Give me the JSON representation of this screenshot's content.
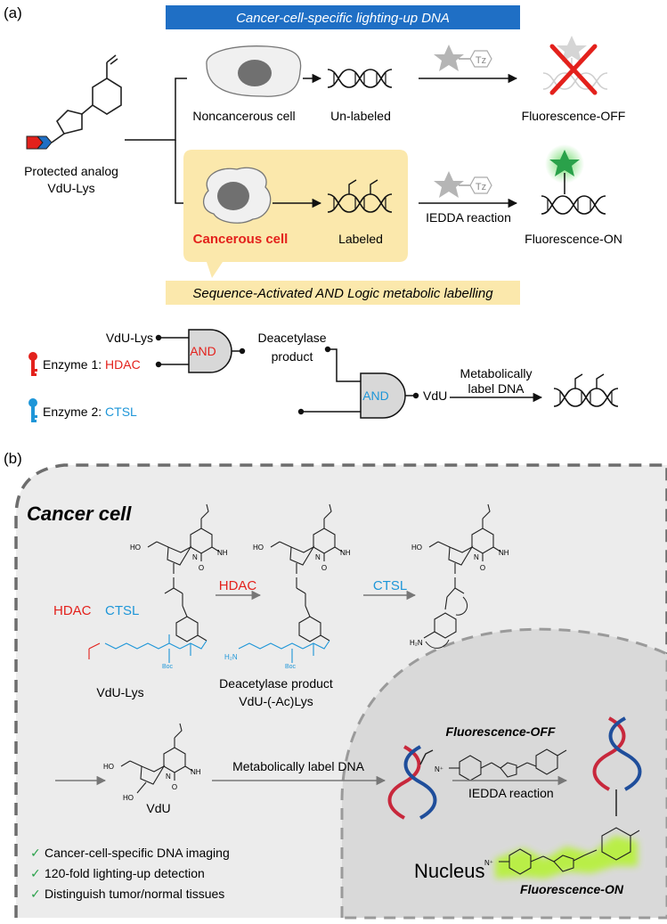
{
  "panel_a": {
    "label": "(a)",
    "banner_top": "Cancer-cell-specific lighting-up DNA",
    "banner_mid": "Sequence-Activated AND Logic metabolic labelling",
    "analog_line1": "Protected analog",
    "analog_line2": "VdU-Lys",
    "noncancer_cell": "Noncancerous cell",
    "unlabeled": "Un-labeled",
    "fluor_off": "Fluorescence-OFF",
    "cancer_cell": "Cancerous cell",
    "labeled": "Labeled",
    "iedda": "IEDDA reaction",
    "fluor_on": "Fluorescence-ON",
    "tz": "Tz",
    "logic": {
      "input1": "VdU-Lys",
      "enzyme1_prefix": "Enzyme 1: ",
      "enzyme1_name": "HDAC",
      "gate": "AND",
      "deacetylase_line1": "Deacetylase",
      "deacetylase_line2": "product",
      "enzyme2_prefix": "Enzyme 2: ",
      "enzyme2_name": "CTSL",
      "output": "VdU",
      "label_line1": "Metabolically",
      "label_line2": "label DNA"
    }
  },
  "panel_b": {
    "label": "(b)",
    "title": "Cancer cell",
    "hdac_tag": "HDAC",
    "ctsl_tag": "CTSL",
    "arrow1": "HDAC",
    "arrow2": "CTSL",
    "boc": "Boc",
    "nh": "NH",
    "compound1": "VdU-Lys",
    "compound2_line1": "Deacetylase product",
    "compound2_line2": "VdU-(-Ac)Lys",
    "compound3": "VdU",
    "metabolic": "Metabolically label DNA",
    "iedda": "IEDDA reaction",
    "fluor_off": "Fluorescence-OFF",
    "fluor_on": "Fluorescence-ON",
    "nucleus": "Nucleus",
    "checks": [
      "Cancer-cell-specific DNA imaging",
      "120-fold lighting-up detection",
      "Distinguish tumor/normal tissues"
    ]
  },
  "colors": {
    "banner_blue": "#1f6fc5",
    "banner_yellow": "#fbe8ac",
    "hdac_red": "#e3211c",
    "ctsl_blue": "#1e96d8",
    "dna_red": "#c8283c",
    "dna_blue": "#1f4e9b",
    "glow_green": "#b8f040",
    "star_green": "#2aa14a",
    "check_green": "#2aa14a",
    "cell_gray": "#ececec",
    "nucleus_gray": "#d9d9d9"
  }
}
